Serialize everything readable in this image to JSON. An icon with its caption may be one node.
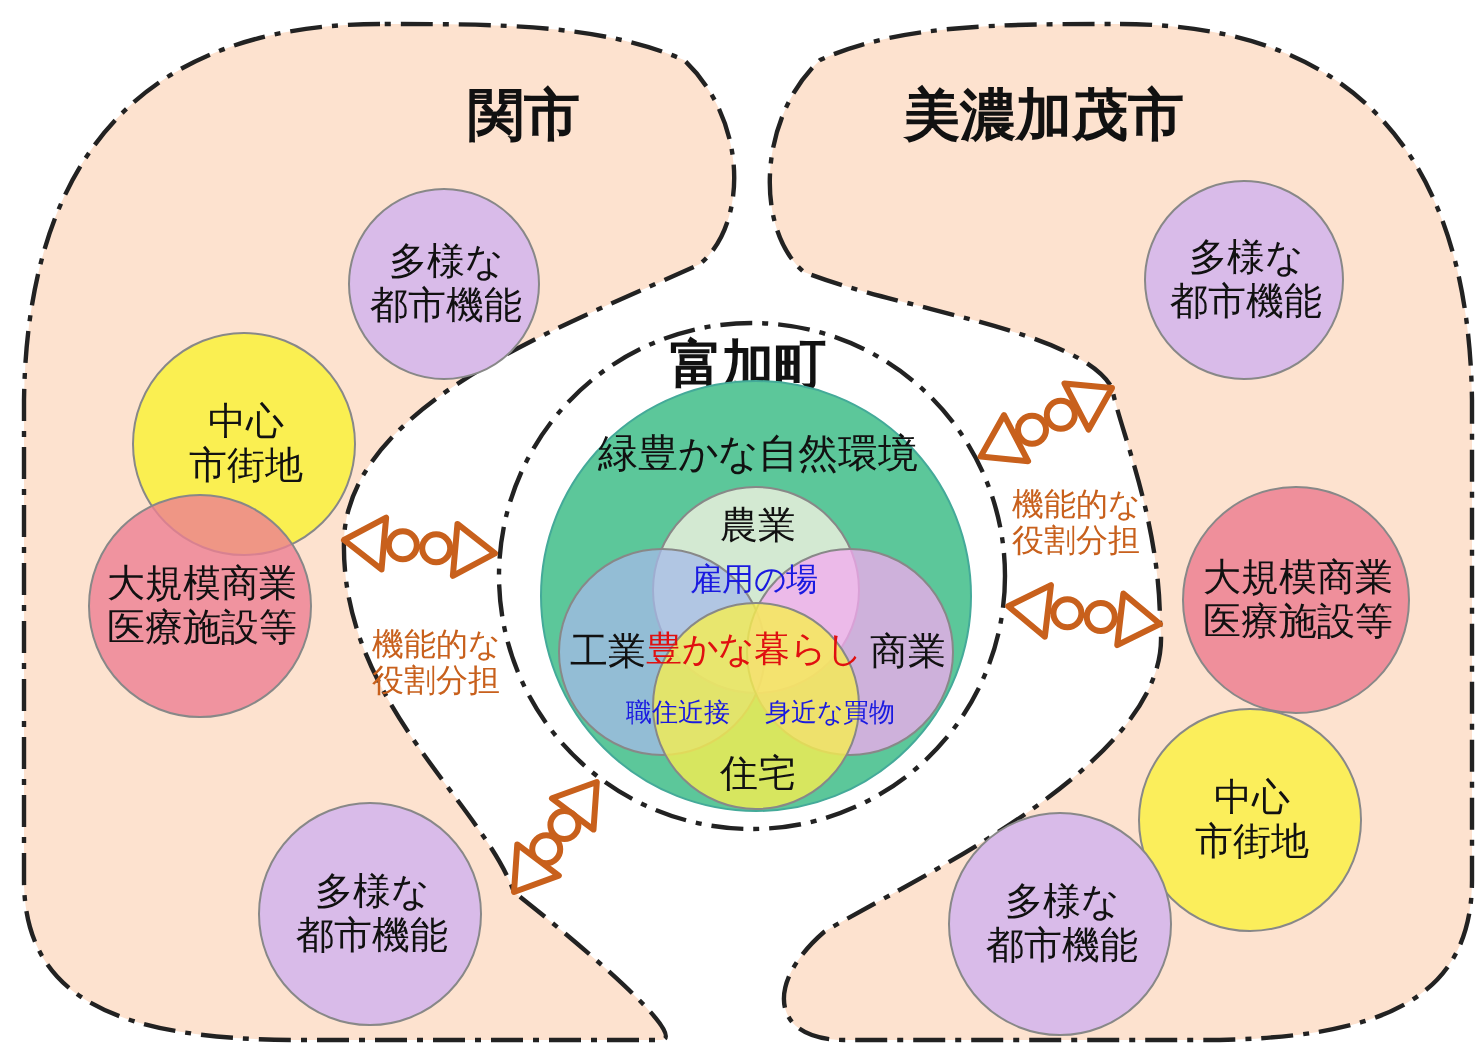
{
  "diagram": {
    "nodes": [
      {
        "text": [
          "関市"
        ]
      },
      {
        "text": [
          "多様な都市機能"
        ],
        "in": 0
      },
      {
        "text": [
          "中心市街地"
        ],
        "in": 0
      },
      {
        "text": [
          "大規模商業医療施設等"
        ],
        "in": 0
      },
      {
        "text": [
          "多様な都市機能"
        ],
        "in": 0
      },
      {
        "text": [
          "美濃加茂市"
        ]
      },
      {
        "text": [
          "多様な都市機能"
        ],
        "in": 5
      },
      {
        "text": [
          "大規模商業医療施設等"
        ],
        "in": 5
      },
      {
        "text": [
          "中心市街地"
        ],
        "in": 5
      },
      {
        "text": [
          "多様な都市機能"
        ],
        "in": 5
      },
      {
        "text": [
          "富加町"
        ]
      },
      {
        "text": [
          "緑豊かな自然環境"
        ],
        "in": 10
      },
      {
        "text": [
          "農業"
        ],
        "in": 11
      },
      {
        "text": [
          "工業"
        ],
        "in": 11
      },
      {
        "text": [
          "商業"
        ],
        "in": 11
      },
      {
        "text": [
          "住宅"
        ],
        "in": 11
      }
    ],
    "edges": [
      {
        "from": 0,
        "to": 10,
        "arrow": "both",
        "label": "機能的な役割分担"
      },
      {
        "from": 10,
        "to": 5,
        "arrow": "both",
        "label": "機能的な役割分担"
      },
      {
        "from": 10,
        "to": 5,
        "arrow": "both"
      },
      {
        "from": 10,
        "to": 0,
        "arrow": "both"
      }
    ],
    "labels": [
      "雇用の場",
      "豊かな暮らし",
      "職住近接",
      "身近な買物"
    ]
  }
}
